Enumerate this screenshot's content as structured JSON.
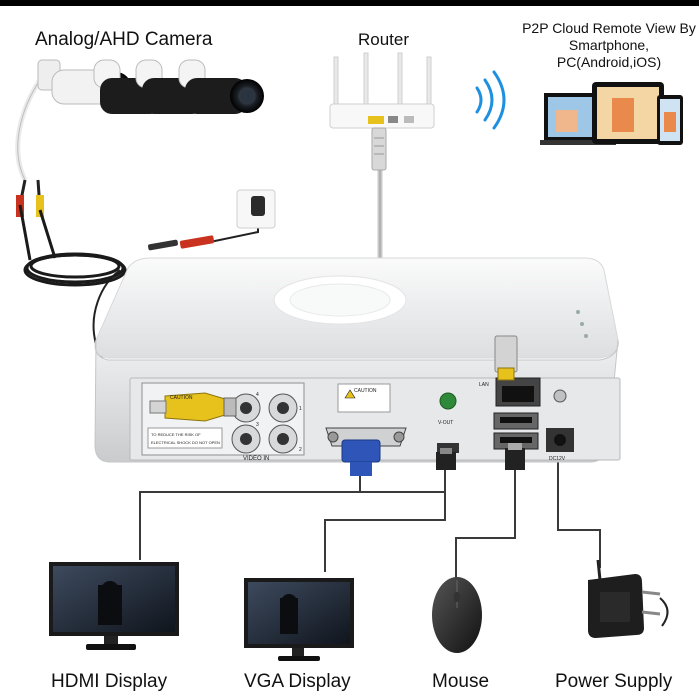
{
  "labels": {
    "camera": "Analog/AHD Camera",
    "router": "Router",
    "p2p": "P2P Cloud Remote View By Smartphone, PC(Android,iOS)",
    "hdmi_display": "HDMI Display",
    "vga_display": "VGA Display",
    "mouse": "Mouse",
    "power_supply": "Power Supply"
  },
  "panel": {
    "caution": "CAUTION",
    "video_in": "VIDEO IN",
    "v_out": "V-OUT",
    "lan": "LAN",
    "dc": "DC12V",
    "port_1": "1",
    "port_2": "2",
    "port_3": "3",
    "port_4": "4"
  },
  "icons": [
    "camera-icon",
    "router-icon",
    "wifi-icon",
    "tablet-icon",
    "laptop-icon",
    "phone-icon",
    "dvr-icon",
    "monitor-icon",
    "mouse-icon",
    "power-adapter-icon",
    "wall-socket-icon"
  ],
  "colors": {
    "device_body": "#f4f5f6",
    "camera_black": "#1c1c1c",
    "bnc_yellow": "#e8c21c",
    "vga_blue": "#2f55b8",
    "cable": "#333333"
  }
}
